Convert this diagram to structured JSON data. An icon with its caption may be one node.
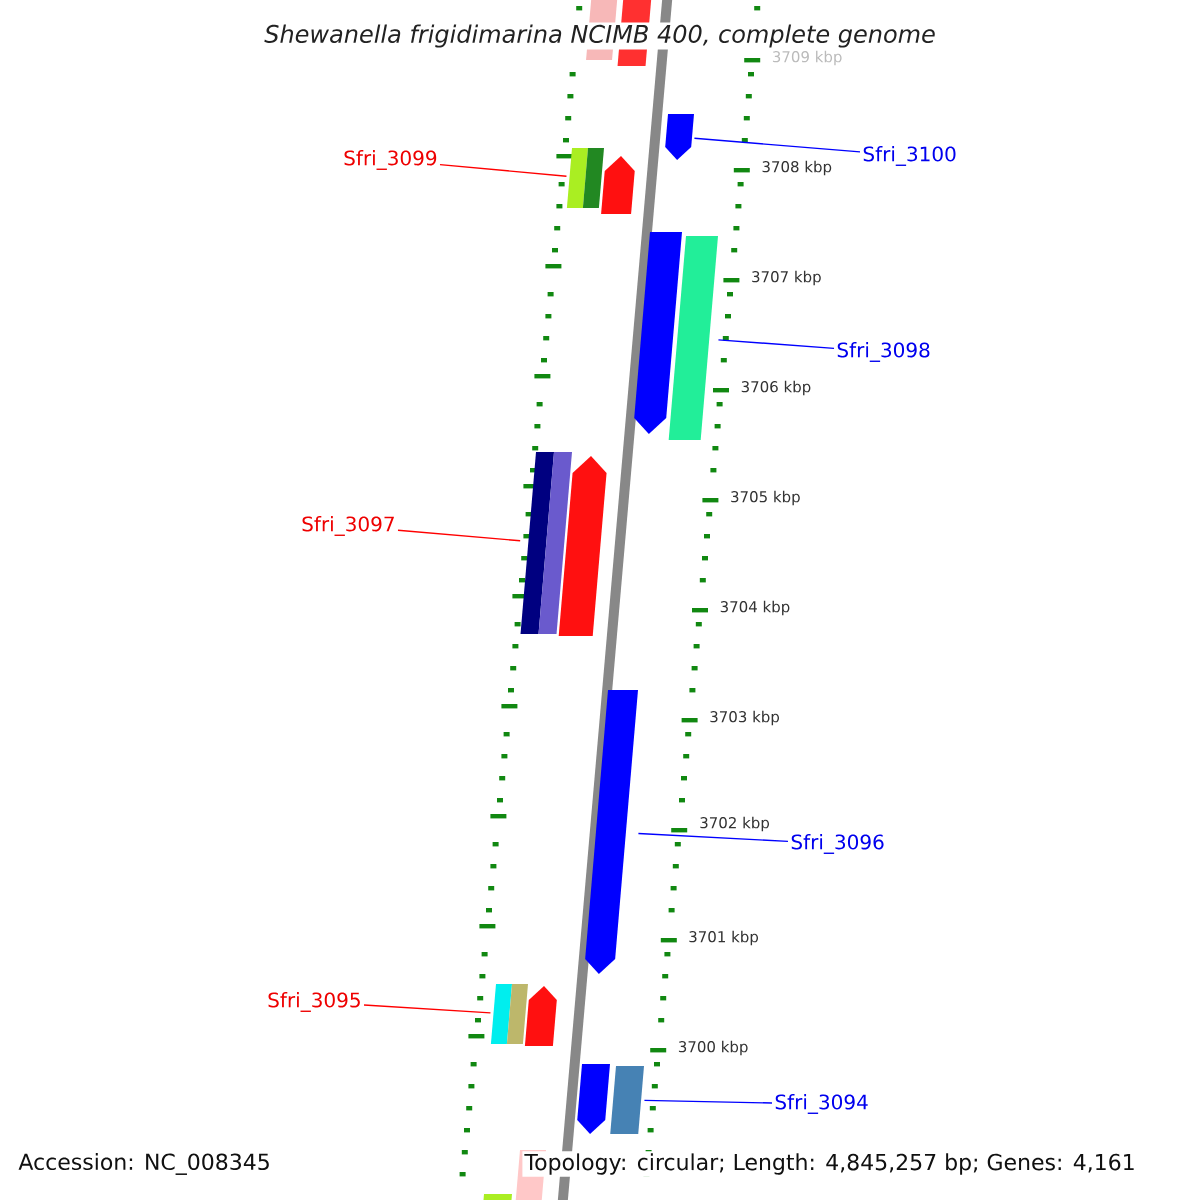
{
  "diagram": {
    "title": "Shewanella frigidimarina NCIMB 400, complete genome",
    "nodes": [
      {
        "text": [
          "Sfri_3099"
        ]
      },
      {
        "text": [
          "Sfri_3100"
        ]
      },
      {
        "text": [
          "Sfri_3098"
        ]
      },
      {
        "text": [
          "Sfri_3097"
        ]
      },
      {
        "text": [
          "Sfri_3096"
        ]
      },
      {
        "text": [
          "Sfri_3095"
        ]
      },
      {
        "text": [
          "Sfri_3094"
        ]
      },
      {
        "text": [],
        "shape": "bar"
      },
      {
        "text": [],
        "shape": "bar"
      },
      {
        "text": [],
        "shape": "arrow"
      },
      {
        "text": [],
        "shape": "bar"
      },
      {
        "text": [],
        "shape": "arrow"
      },
      {
        "text": [],
        "shape": "arrow"
      },
      {
        "text": [],
        "shape": "bar"
      },
      {
        "text": [],
        "shape": "bar"
      },
      {
        "text": [],
        "shape": "arrow"
      },
      {
        "text": [],
        "shape": "arrow"
      },
      {
        "text": [],
        "shape": "bar"
      },
      {
        "text": [],
        "shape": "arrow"
      },
      {
        "text": [],
        "shape": "arrow"
      },
      {
        "text": [],
        "shape": "bar"
      },
      {
        "text": [],
        "shape": "bar"
      },
      {
        "text": [],
        "shape": "bar"
      }
    ],
    "edges": [
      {
        "from": 0,
        "to": 10,
        "arrow": "none",
        "color": "#ff0000"
      },
      {
        "from": 1,
        "to": 9,
        "arrow": "none"
      },
      {
        "from": 2,
        "to": 13,
        "arrow": "none"
      },
      {
        "from": 3,
        "to": 14,
        "arrow": "none",
        "color": "#ff0000"
      },
      {
        "from": 4,
        "to": 16,
        "arrow": "none"
      },
      {
        "from": 5,
        "to": 17,
        "arrow": "none",
        "color": "#ff0000"
      },
      {
        "from": 6,
        "to": 20,
        "arrow": "none"
      }
    ],
    "labels": [
      "3709 kbp",
      "3708 kbp",
      "3707 kbp",
      "3706 kbp",
      "3705 kbp",
      "3704 kbp",
      "3703 kbp",
      "3702 kbp",
      "3701 kbp",
      "3700 kbp",
      "Accession: NC_008345",
      "Topology: circular; Length: 4,845,257 bp; Genes: 4,161"
    ]
  }
}
